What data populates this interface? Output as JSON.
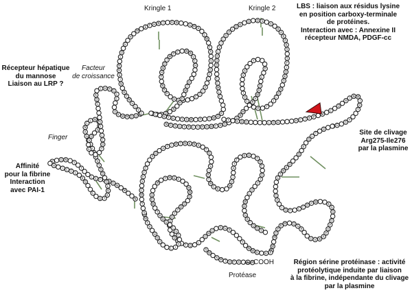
{
  "colors": {
    "residue_fill": "#ffffff",
    "residue_stroke": "#222222",
    "residue_glyph": "#111111",
    "disulfide": "#6f8f5f",
    "cleavage_marker": "#d0151b",
    "cleavage_marker_outline": "#3a0a0a"
  },
  "labels": {
    "kringle1": "Kringle 1",
    "kringle2": "Kringle 2",
    "lbs": [
      "LBS : liaison aux résidus lysine",
      "en position carboxy-terminale",
      "de protéines.",
      "Interaction avec : Annexine II",
      "récepteur NMDA, PDGF-cc"
    ],
    "mannose_receptor": [
      "Récepteur hépatique",
      "du mannose",
      "Liaison au LRP ?"
    ],
    "growth_factor": [
      "Facteur",
      "de croissance"
    ],
    "finger": "Finger",
    "fibrin_affinity": [
      "Affinité",
      "pour la fibrine",
      "Interaction",
      "avec PAI-1"
    ],
    "cleavage_site": [
      "Site de clivage",
      "Arg275-Ile276",
      "par la plasmine"
    ],
    "cooh": "COOH",
    "protease": "Protéase",
    "serine_protease_region": [
      "Région sérine protéinase : activité",
      "protéolytique induite par liaison",
      "à la fibrine, indépendante du clivage",
      "par la plasmine"
    ]
  }
}
